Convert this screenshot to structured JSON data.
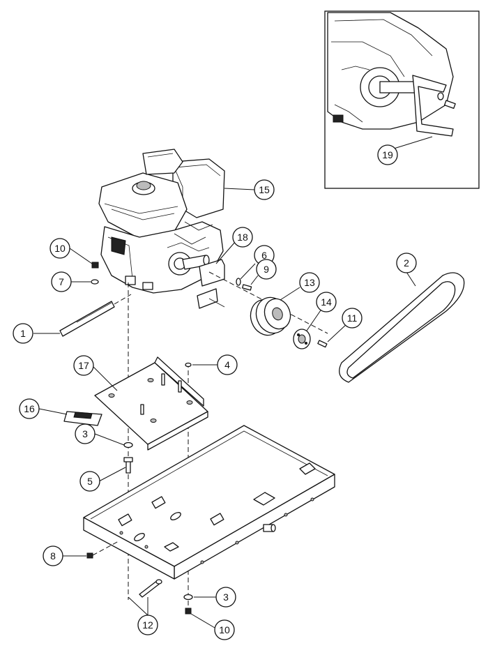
{
  "callouts": [
    {
      "id": "c1",
      "label": "1"
    },
    {
      "id": "c2",
      "label": "2"
    },
    {
      "id": "c3a",
      "label": "3"
    },
    {
      "id": "c3b",
      "label": "3"
    },
    {
      "id": "c4",
      "label": "4"
    },
    {
      "id": "c5",
      "label": "5"
    },
    {
      "id": "c6",
      "label": "6"
    },
    {
      "id": "c7",
      "label": "7"
    },
    {
      "id": "c8",
      "label": "8"
    },
    {
      "id": "c9",
      "label": "9"
    },
    {
      "id": "c10a",
      "label": "10"
    },
    {
      "id": "c10b",
      "label": "10"
    },
    {
      "id": "c11",
      "label": "11"
    },
    {
      "id": "c12",
      "label": "12"
    },
    {
      "id": "c13",
      "label": "13"
    },
    {
      "id": "c14",
      "label": "14"
    },
    {
      "id": "c15",
      "label": "15"
    },
    {
      "id": "c16",
      "label": "16"
    },
    {
      "id": "c17",
      "label": "17"
    },
    {
      "id": "c18",
      "label": "18"
    },
    {
      "id": "c19",
      "label": "19"
    }
  ]
}
